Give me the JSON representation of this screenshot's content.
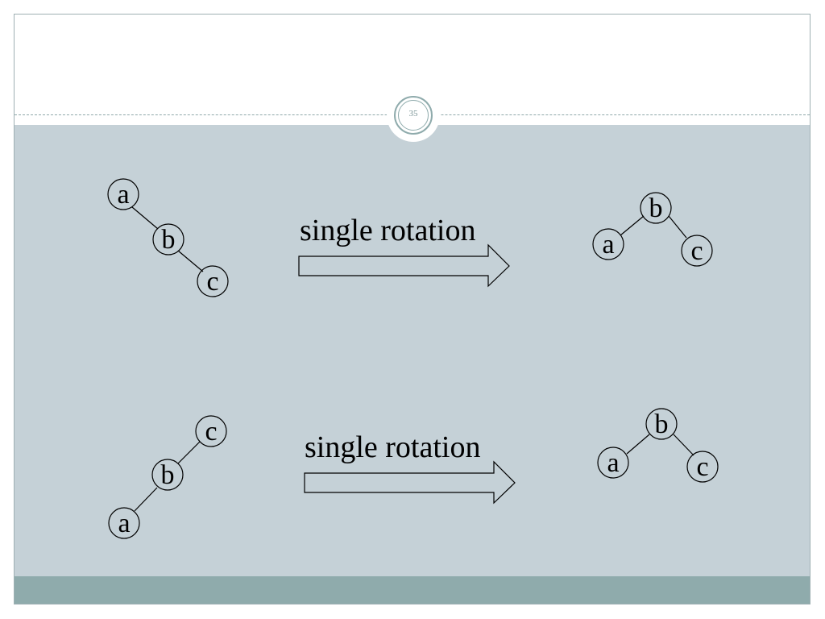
{
  "slide": {
    "page_number": "35"
  },
  "rotations": [
    {
      "caption": "single rotation",
      "before": {
        "nodes": [
          "a",
          "b",
          "c"
        ]
      },
      "after": {
        "root": "b",
        "left": "a",
        "right": "c"
      }
    },
    {
      "caption": "single rotation",
      "before": {
        "nodes": [
          "c",
          "b",
          "a"
        ]
      },
      "after": {
        "root": "b",
        "left": "a",
        "right": "c"
      }
    }
  ]
}
